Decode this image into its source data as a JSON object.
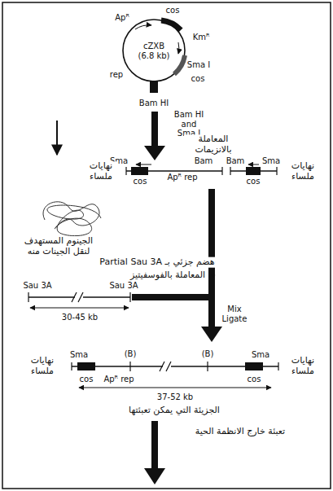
{
  "diagram": {
    "labels": [
      "Apᴿ",
      "cos",
      "cZXB (6.8 kb)",
      "Kmᴿ",
      "Sma I",
      "cos",
      "rep",
      "Bam HI",
      "Bam HI and Sma I",
      "المعاملة بالانزيمات",
      "Sma",
      "Bam",
      "Bam",
      "Sma",
      "نهايات ملساء",
      "cos",
      "Apᴿ rep",
      "cos",
      "نهايات ملساء",
      "الجينوم المستهدف لنقل الجينات منه",
      "هضم جزئي بـ Partial Sau 3A",
      "المعاملة بالفوسفيتيز",
      "Sau 3A",
      "Sau 3A",
      "30-45 kb",
      "Mix Ligate",
      "Sma",
      "(B)",
      "(B)",
      "Sma",
      "نهايات ملساء",
      "cos",
      "Apᴿ rep",
      "cos",
      "نهايات ملساء",
      "37-52 kb",
      "الجزيئة التي يمكن تعبئتها",
      "تعبئة خارج الانظمة الحية"
    ]
  }
}
